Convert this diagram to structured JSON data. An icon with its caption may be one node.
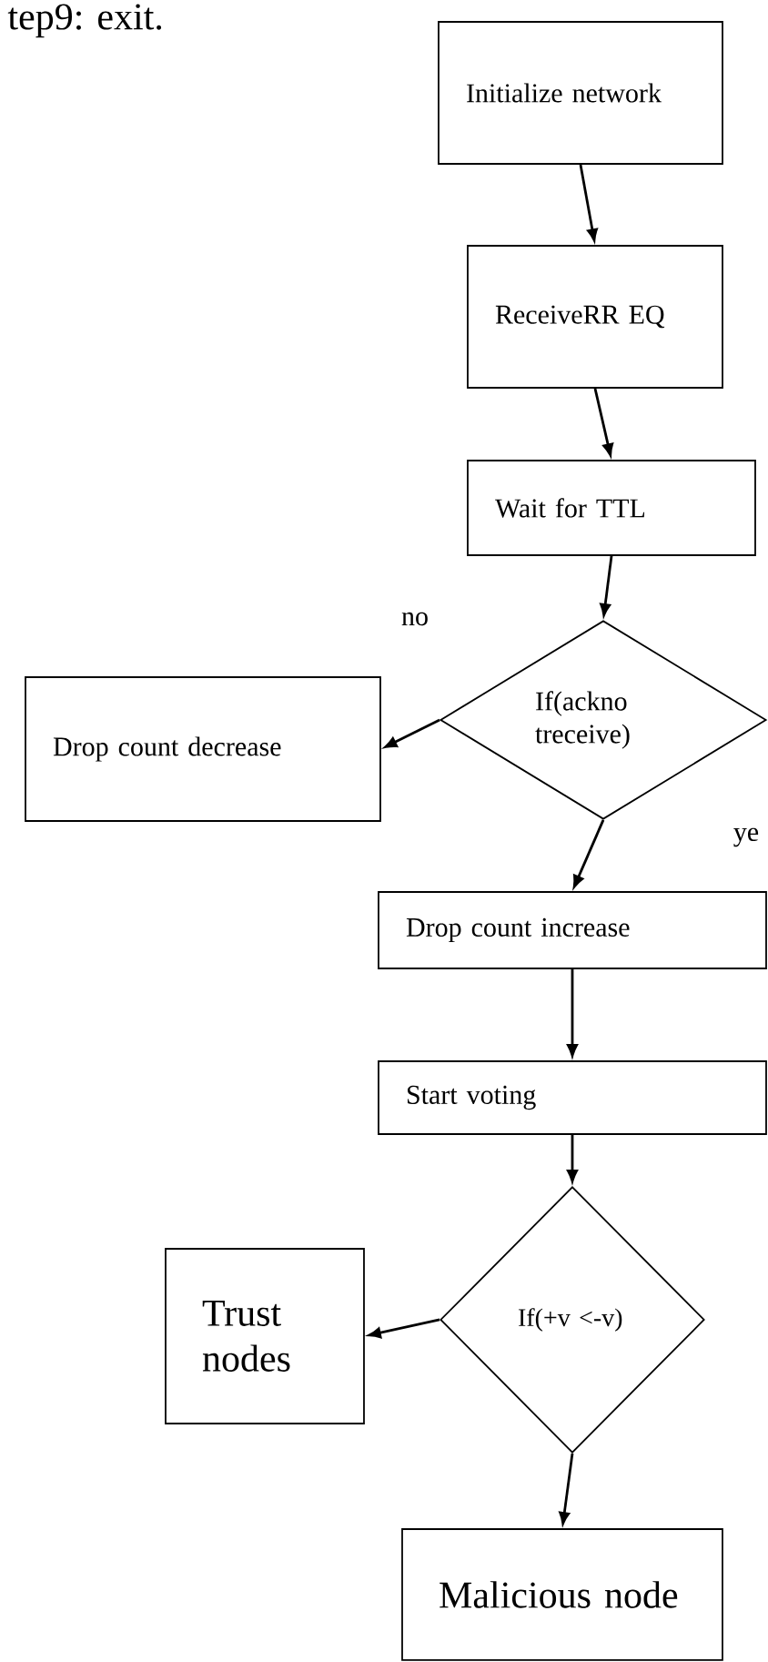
{
  "diagram": {
    "nodes": [
      {
        "text": [
          "Initialize network"
        ]
      },
      {
        "text": [
          "ReceiveRR EQ"
        ]
      },
      {
        "text": [
          "Wait for TTL"
        ]
      },
      {
        "text": [
          "If(ackno treceive)"
        ]
      },
      {
        "text": [
          "Drop count decrease"
        ]
      },
      {
        "text": [
          "Drop count increase"
        ]
      },
      {
        "text": [
          "Start voting"
        ]
      },
      {
        "text": [
          "If(+v <-v)"
        ]
      },
      {
        "text": [
          "Trust nodes"
        ]
      },
      {
        "text": [
          "Malicious node"
        ]
      }
    ],
    "edges": [
      {
        "from": 0,
        "to": 1,
        "arrow": "to"
      },
      {
        "from": 1,
        "to": 2,
        "arrow": "to"
      },
      {
        "from": 2,
        "to": 3,
        "arrow": "to"
      },
      {
        "from": 3,
        "to": 4,
        "arrow": "to",
        "label": "no"
      },
      {
        "from": 3,
        "to": 5,
        "arrow": "to",
        "label": "ye"
      },
      {
        "from": 5,
        "to": 6,
        "arrow": "to"
      },
      {
        "from": 6,
        "to": 7,
        "arrow": "to"
      },
      {
        "from": 7,
        "to": 8,
        "arrow": "to"
      },
      {
        "from": 7,
        "to": 9,
        "arrow": "to"
      }
    ],
    "labels": [
      "tep9: exit."
    ]
  }
}
